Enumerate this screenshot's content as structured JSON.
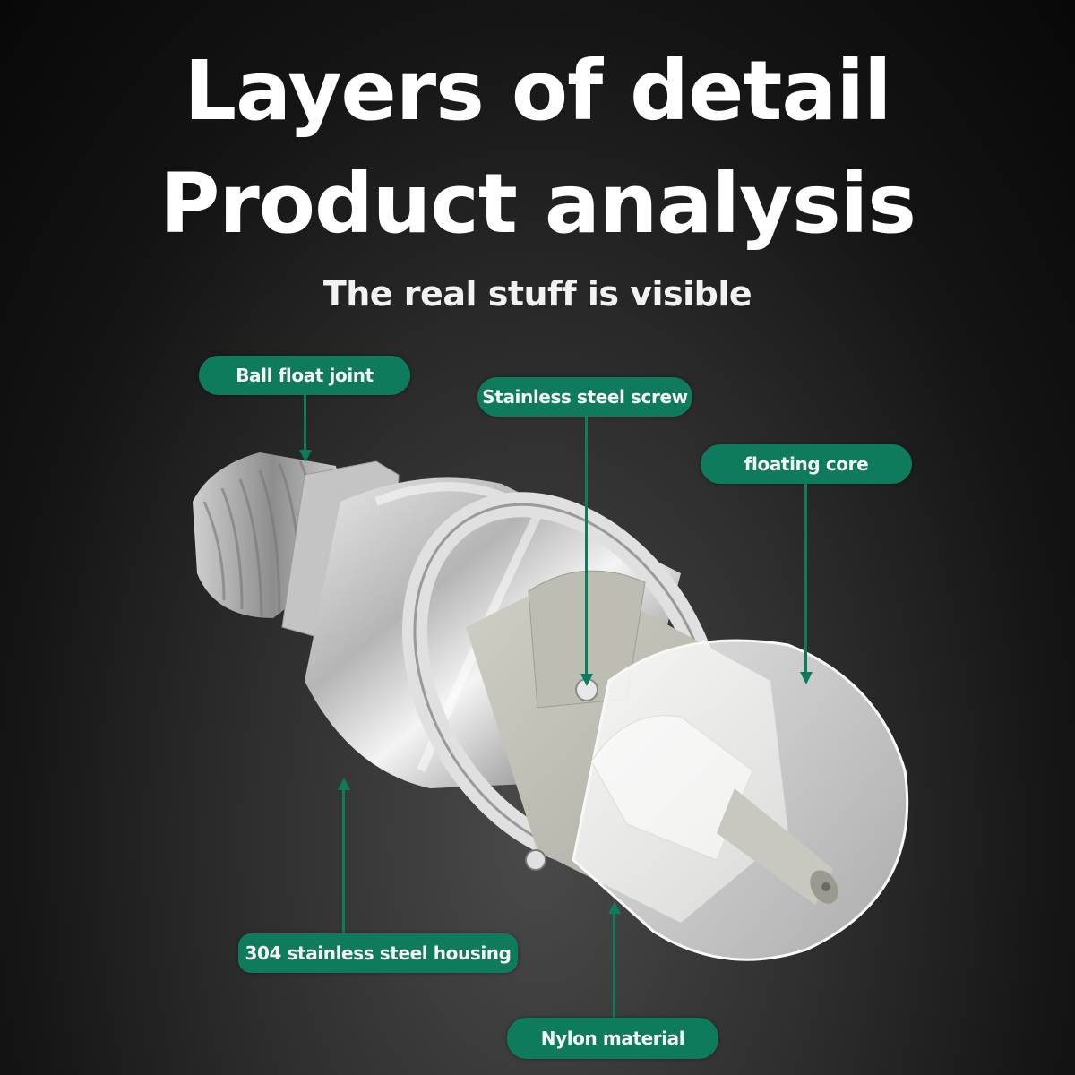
{
  "header": {
    "title_line1": "Layers of detail",
    "title_line2": "Product analysis",
    "subtitle": "The real stuff is visible"
  },
  "labels": [
    {
      "id": "ball-float-joint",
      "text": "Ball float joint"
    },
    {
      "id": "stainless-steel-screw",
      "text": "Stainless steel screw"
    },
    {
      "id": "floating-core",
      "text": "floating core"
    },
    {
      "id": "stainless-steel-housing",
      "text": "304 stainless steel housing"
    },
    {
      "id": "nylon-material",
      "text": "Nylon material"
    }
  ],
  "colors": {
    "accent": "#0e7c5c",
    "background": "#141414",
    "text": "#ffffff"
  }
}
